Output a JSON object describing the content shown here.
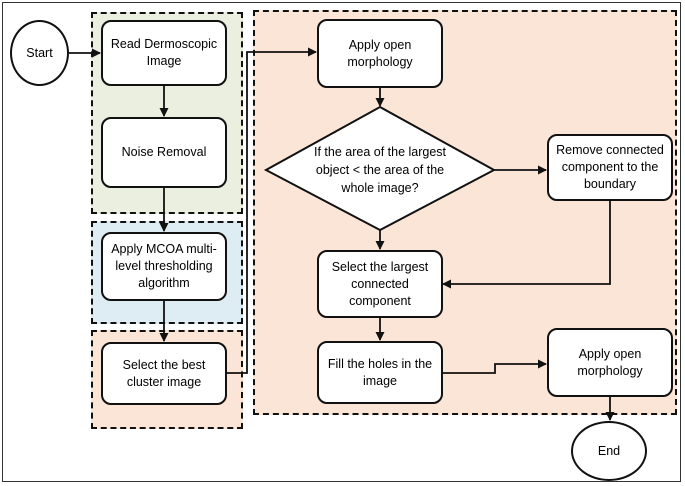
{
  "nodes": {
    "start": "Start",
    "read": "Read Dermoscopic Image",
    "noise": "Noise Removal",
    "mcoa": "Apply MCOA multi-level thresholding algorithm",
    "best": "Select the best cluster image",
    "open1": "Apply open morphology",
    "decision": "If the area of the largest object < the area of the whole image?",
    "remove": "Remove connected component to the boundary",
    "largest": "Select the largest connected component",
    "fill": "Fill the holes in the image",
    "open2": "Apply open morphology",
    "end": "End"
  },
  "colors": {
    "preprocess_region": "#ebefdf",
    "threshold_region": "#deedf3",
    "selection_region": "#fbe5d6",
    "postprocess_region": "#fbe5d6"
  }
}
